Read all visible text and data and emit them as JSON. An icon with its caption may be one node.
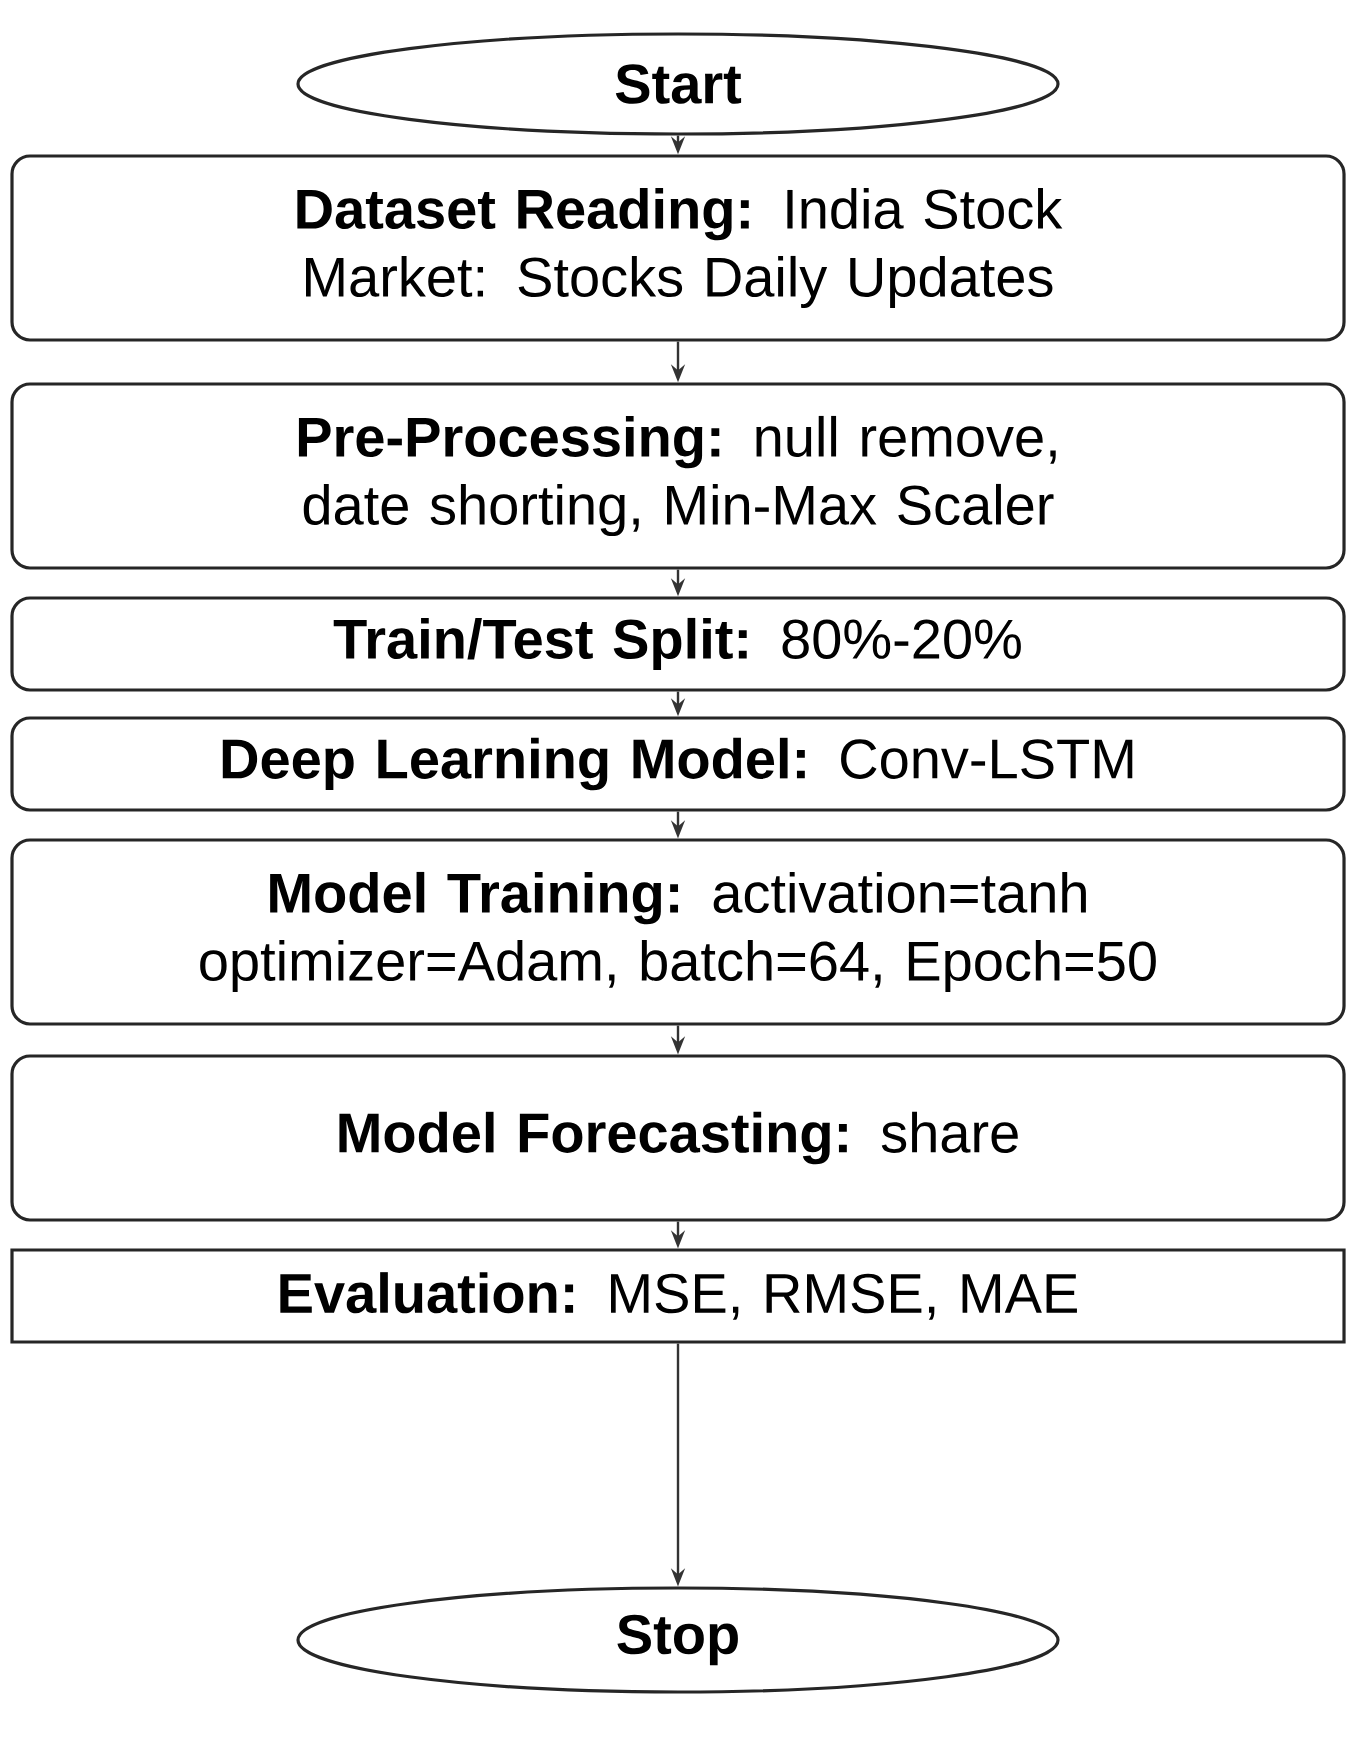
{
  "diagram": {
    "nodes": [
      {
        "text": [
          "**Start**"
        ]
      },
      {
        "text": [
          "**Dataset Reading:** India Stock Market: Stocks Daily Updates"
        ]
      },
      {
        "text": [
          "**Pre-Processing:** null remove, date shorting, Min-Max Scaler"
        ]
      },
      {
        "text": [
          "**Train/Test Split:** 80%-20%"
        ]
      },
      {
        "text": [
          "**Deep Learning Model:** Conv-LSTM"
        ]
      },
      {
        "text": [
          "**Model Training:** activation=tanh optimizer=Adam, batch=64, Epoch=50"
        ]
      },
      {
        "text": [
          "**Model Forecasting:** share"
        ]
      },
      {
        "text": [
          "**Evaluation:** MSE, RMSE, MAE"
        ]
      },
      {
        "text": [
          "**Stop**"
        ]
      }
    ],
    "edges": [
      {
        "from": 0,
        "to": 1,
        "arrow": "to"
      },
      {
        "from": 1,
        "to": 2,
        "arrow": "to"
      },
      {
        "from": 2,
        "to": 3,
        "arrow": "to"
      },
      {
        "from": 3,
        "to": 4,
        "arrow": "to"
      },
      {
        "from": 4,
        "to": 5,
        "arrow": "to"
      },
      {
        "from": 5,
        "to": 6,
        "arrow": "to"
      },
      {
        "from": 6,
        "to": 7,
        "arrow": "to"
      },
      {
        "from": 7,
        "to": 8,
        "arrow": "to"
      }
    ]
  }
}
